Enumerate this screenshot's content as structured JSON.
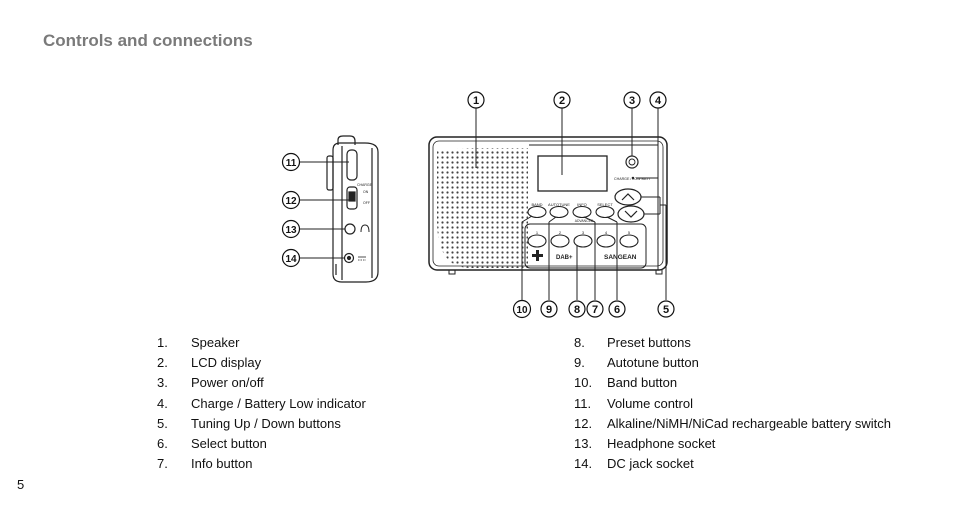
{
  "page": {
    "title": "Controls and connections",
    "page_number": "5"
  },
  "figure": {
    "callouts": [
      "1",
      "2",
      "3",
      "4",
      "5",
      "6",
      "7",
      "8",
      "9",
      "10",
      "11",
      "12",
      "13",
      "14"
    ],
    "device": {
      "brand": "SANGEAN",
      "dab_logo": "DAB+",
      "charge_label": "CHARGE / LOW BATT",
      "buttons": [
        "BAND",
        "AUTOTUNE",
        "INFO",
        "SELECT"
      ],
      "advanced_label": "ADVANCED",
      "presets": [
        "1",
        "2",
        "3",
        "4",
        "5"
      ],
      "side_labels": [
        "CHARGE",
        "ON",
        "OFF"
      ]
    }
  },
  "list_left": [
    {
      "num": "1.",
      "label": "Speaker"
    },
    {
      "num": "2.",
      "label": "LCD display"
    },
    {
      "num": "3.",
      "label": "Power on/off"
    },
    {
      "num": "4.",
      "label": "Charge / Battery Low indicator"
    },
    {
      "num": "5.",
      "label": "Tuning Up / Down buttons"
    },
    {
      "num": "6.",
      "label": "Select button"
    },
    {
      "num": "7.",
      "label": "Info button"
    }
  ],
  "list_right": [
    {
      "num": "8.",
      "label": "Preset buttons"
    },
    {
      "num": "9.",
      "label": "Autotune button"
    },
    {
      "num": "10.",
      "label": "Band button"
    },
    {
      "num": "11.",
      "label": "Volume control"
    },
    {
      "num": "12.",
      "label": "Alkaline/NiMH/NiCad rechargeable battery switch"
    },
    {
      "num": "13.",
      "label": "Headphone socket"
    },
    {
      "num": "14.",
      "label": "DC jack socket"
    }
  ]
}
